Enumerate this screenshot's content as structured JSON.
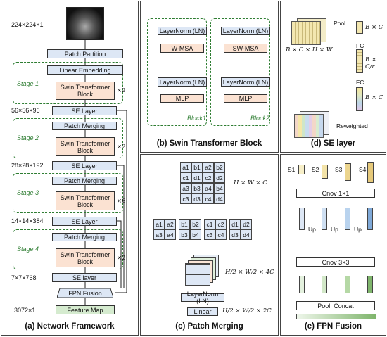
{
  "panel_a": {
    "caption": "(a) Network Framework",
    "input_dim": "224×224×1",
    "patch_partition": "Patch Partition",
    "linear_embedding": "Linear Embedding",
    "swin_block": "Swin Transformer Block",
    "patch_merging": "Patch Merging",
    "se_layer": "SE Layer",
    "se_layer_lower": "SE layer",
    "fpn_fusion": "FPN Fusion",
    "feature_map": "Feature Map",
    "stages": [
      "Stage 1",
      "Stage 2",
      "Stage 3",
      "Stage 4"
    ],
    "repeats": [
      "×2",
      "×2",
      "×6",
      "×2"
    ],
    "dims": [
      "56×56×96",
      "28×28×192",
      "14×14×384",
      "7×7×768",
      "3072×1"
    ]
  },
  "panel_b": {
    "caption": "(b) Swin Transformer Block",
    "layernorm": "LayerNorm (LN)",
    "wmsa": "W-MSA",
    "swmsa": "SW-MSA",
    "mlp": "MLP",
    "block1": "Block1",
    "block2": "Block2"
  },
  "panel_c": {
    "caption": "(c) Patch Merging",
    "grid": [
      [
        "a1",
        "b1",
        "a2",
        "b2"
      ],
      [
        "c1",
        "d1",
        "c2",
        "d2"
      ],
      [
        "a3",
        "b3",
        "a4",
        "b4"
      ],
      [
        "c3",
        "d3",
        "c4",
        "d4"
      ]
    ],
    "groups": [
      [
        "a1",
        "a2",
        "a3",
        "a4"
      ],
      [
        "b1",
        "b2",
        "b3",
        "b4"
      ],
      [
        "c1",
        "c2",
        "c3",
        "c4"
      ],
      [
        "d1",
        "d2",
        "d3",
        "d4"
      ]
    ],
    "dim_in": "H × W × C",
    "dim_mid": "H/2 × W/2 × 4C",
    "dim_out": "H/2 × W/2 × 2C",
    "layernorm": "LayerNorm (LN)",
    "linear": "Linear"
  },
  "panel_d": {
    "caption": "(d) SE layer",
    "pool": "Pool",
    "fc": "FC",
    "reweighted": "Reweighted",
    "dim_input": "B × C × H × W",
    "dim_bc": "B × C",
    "dim_bcr": "B × C/r"
  },
  "panel_e": {
    "caption": "(e) FPN Fusion",
    "inputs": [
      "S1",
      "S2",
      "S3",
      "S4"
    ],
    "conv1": "Cnov 1×1",
    "conv3": "Cnov 3×3",
    "up": "Up",
    "pool_concat": "Pool, Concat"
  },
  "colors": {
    "blue_box": "#dde7f5",
    "peach_box": "#fbe2d2",
    "green_box": "#d5ebcf",
    "stage_green": "#2e7d32"
  }
}
